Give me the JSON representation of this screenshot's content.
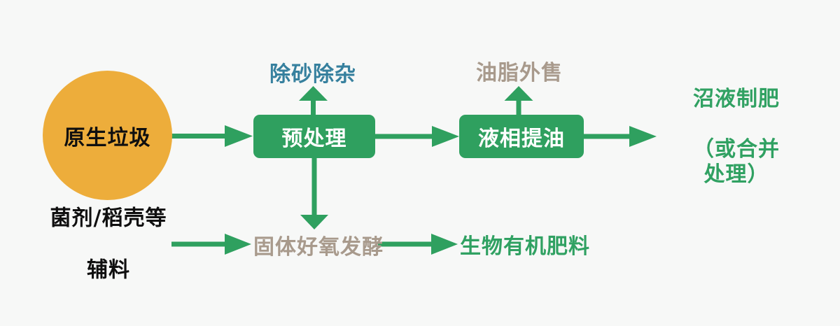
{
  "diagram": {
    "background_color": "#F7F8F7",
    "colors": {
      "flow_green": "#2FA05F",
      "circle_orange": "#EDAD3B",
      "label_blue": "#36809E",
      "label_taupe": "#A89A8C",
      "label_black": "#0F0F0F",
      "box_text_white": "#FFFFFF"
    },
    "nodes": {
      "raw_waste": {
        "label": "原生垃圾"
      },
      "pretreatment": {
        "label": "预处理"
      },
      "sand_impurity_removal": {
        "label": "除砂除杂"
      },
      "liquid_oil_extraction": {
        "label": "液相提油"
      },
      "grease_external_sale": {
        "label": "油脂外售"
      },
      "biogas_slurry_fertilizer": {
        "line1": "沼液制肥",
        "line2": "（或合并处理）"
      },
      "auxiliary_materials": {
        "line1": "菌剂/稻壳等",
        "line2": "辅料"
      },
      "solid_aerobic_fermentation": {
        "label": "固体好氧发酵"
      },
      "bio_organic_fertilizer": {
        "label": "生物有机肥料"
      }
    }
  }
}
